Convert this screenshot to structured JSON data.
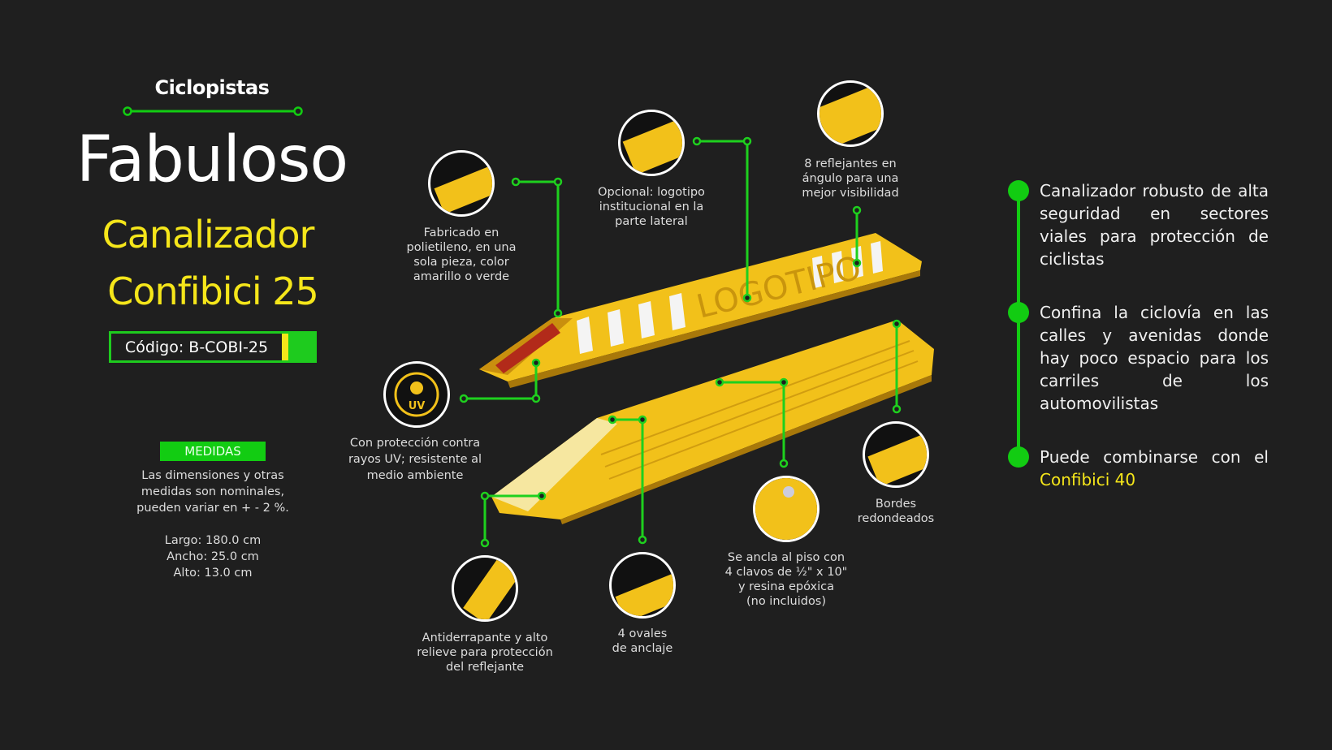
{
  "header": {
    "category": "Ciclopistas",
    "brand": "Fabuloso",
    "product_line1": "Canalizador",
    "product_line2": "Confibici 25",
    "code": "Código: B-COBI-25"
  },
  "measures": {
    "label": "MEDIDAS",
    "note": [
      "Las dimensiones y otras",
      "medidas son nominales,",
      "pueden variar en + - 2 %."
    ],
    "dims": [
      "Largo: 180.0 cm",
      "Ancho: 25.0 cm",
      "Alto: 13.0 cm"
    ]
  },
  "callouts": [
    {
      "icon": "polyethylene-icon",
      "lines": [
        "Fabricado en",
        "polietileno, en una",
        "sola pieza, color",
        "amarillo o verde"
      ]
    },
    {
      "icon": "logo-icon",
      "lines": [
        "Opcional: logotipo",
        "institucional en la",
        "parte lateral"
      ]
    },
    {
      "icon": "reflector-icon",
      "lines": [
        "8 reflejantes en",
        "ángulo para una",
        "mejor visibilidad"
      ]
    },
    {
      "icon": "uv-icon",
      "uv_text": "UV",
      "lines": [
        "Con protección contra",
        "rayos UV; resistente al",
        "medio ambiente"
      ]
    },
    {
      "icon": "anti-slip-icon",
      "lines": [
        "Antiderrapante y alto",
        "relieve para protección",
        "del reflejante"
      ]
    },
    {
      "icon": "anchor-oval-icon",
      "lines": [
        "4 ovales",
        "de anclaje"
      ]
    },
    {
      "icon": "nail-icon",
      "lines": [
        "Se ancla al piso con",
        "4 clavos de ½\" x 10\"",
        "y resina epóxica",
        "(no incluidos)"
      ]
    },
    {
      "icon": "rounded-edge-icon",
      "lines": [
        "Bordes",
        "redondeados"
      ]
    }
  ],
  "product_logo_text": "LOGOTIPO",
  "features": [
    {
      "text": "Canalizador robusto de alta seguridad en sectores viales para protección de ciclistas"
    },
    {
      "text": "Confina la ciclovía en las calles y avenidas donde hay poco espacio para los carriles de los automovilistas"
    },
    {
      "text": "Puede combinarse con el",
      "highlight": "Confibici 40"
    }
  ],
  "colors": {
    "green": "#12cc12",
    "yellow": "#f5e61a",
    "product": "#f2c11a",
    "bg": "#1f1f1f"
  }
}
